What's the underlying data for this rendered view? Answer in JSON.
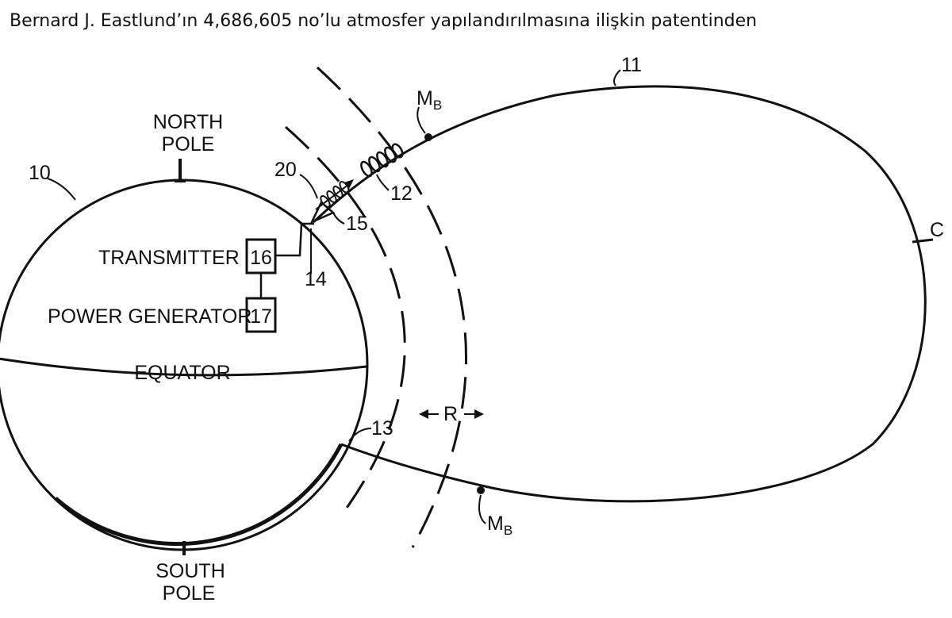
{
  "caption": "Bernard J. Eastlund’ın 4,686,605 no’lu atmosfer yapılandırılmasına ilişkin patentinden",
  "labels": {
    "north_pole_1": "NORTH",
    "north_pole_2": "POLE",
    "south_pole_1": "SOUTH",
    "south_pole_2": "POLE",
    "equator": "EQUATOR",
    "transmitter": "TRANSMITTER",
    "transmitter_num": "16",
    "power_generator": "POWER GENERATOR",
    "power_generator_num": "17",
    "ref_10": "10",
    "ref_11": "11",
    "ref_12": "12",
    "ref_13": "13",
    "ref_14": "14",
    "ref_15": "15",
    "ref_20": "20",
    "c": "C",
    "r": "R",
    "mb_m": "M",
    "mb_sub": "B"
  }
}
